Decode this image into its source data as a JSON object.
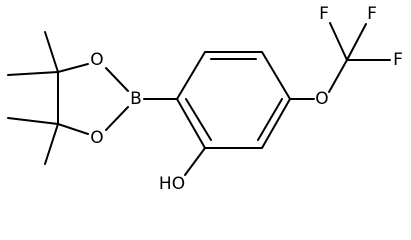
{
  "molecule": {
    "atoms": {
      "boron": "B",
      "ring_oxygen_top": "O",
      "ring_oxygen_bottom": "O",
      "ether_oxygen": "O",
      "hydroxyl": "HO",
      "fluorine_left": "F",
      "fluorine_right": "F",
      "fluorine_bottom": "F"
    }
  },
  "colors": {
    "line": "#000000",
    "background": "#ffffff"
  }
}
